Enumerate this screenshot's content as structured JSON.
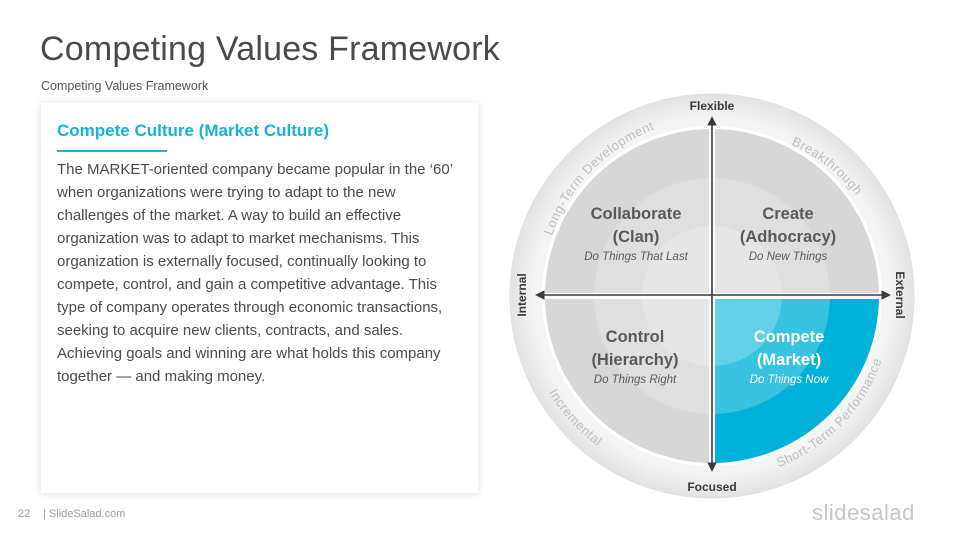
{
  "slide": {
    "title": "Competing Values Framework",
    "subtitle": "Competing  Values  Framework",
    "page_number": "22",
    "footer_site": "| SlideSalad.com",
    "brand": "slidesalad"
  },
  "card": {
    "heading": "Compete Culture (Market Culture)",
    "body": "The MARKET-oriented  company became popular in the ‘60’ when organizations were trying to adapt to the new challenges of the market. A way to build an effective organization was to adapt to market mechanisms. This organization is externally focused, continually looking to compete, control, and gain a competitive advantage. This type of company operates through economic transactions, seeking to acquire new clients, contracts, and sales. Achieving goals and winning are what holds this company together — and making money."
  },
  "diagram": {
    "axes": {
      "top": "Flexible",
      "bottom": "Focused",
      "left": "Internal",
      "right": "External"
    },
    "arc_labels": {
      "top_left": "Long-Term Development",
      "top_right": "Breakthrough",
      "bottom_left": "Incremental",
      "bottom_right": "Short-Term Performance"
    },
    "quadrants": {
      "top_left": {
        "name": "Collaborate",
        "sub": "(Clan)",
        "tagline": "Do Things That Last"
      },
      "top_right": {
        "name": "Create",
        "sub": "(Adhocracy)",
        "tagline": "Do New Things"
      },
      "bottom_left": {
        "name": "Control",
        "sub": "(Hierarchy)",
        "tagline": "Do Things Right"
      },
      "bottom_right": {
        "name": "Compete",
        "sub": "(Market)",
        "tagline": "Do Things Now"
      }
    },
    "highlight_quadrant": "bottom_right",
    "colors": {
      "accent": "#00b2d9",
      "quadrant_fill": "#d6d6d6",
      "ring_fill": "#efefef",
      "text_dark": "#595959",
      "arc_text": "#bdbdbd"
    }
  }
}
